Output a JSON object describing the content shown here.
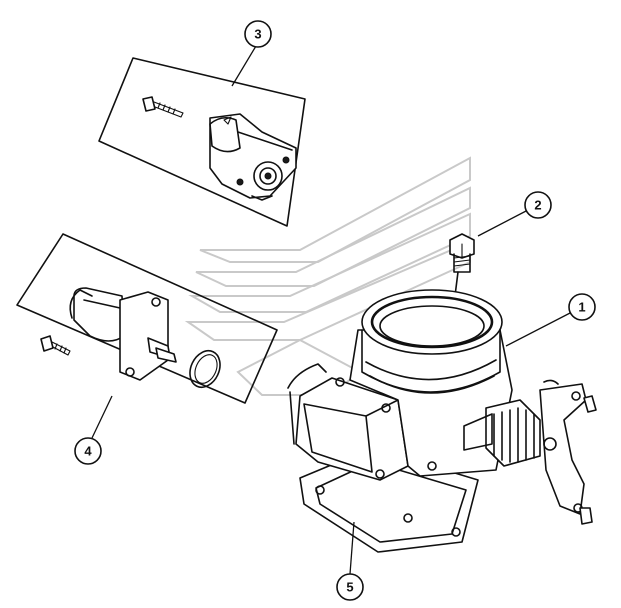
{
  "callouts": {
    "c1": "1",
    "c2": "2",
    "c3": "3",
    "c4": "4",
    "c5": "5"
  },
  "parts": {
    "throttle_body": "throttle-body-assembly",
    "mounting_bolt": "mounting-bolt",
    "throttle_position_sensor": "throttle-position-sensor",
    "idle_air_control_motor": "idle-air-control-motor",
    "gasket": "throttle-body-gasket"
  },
  "colors": {
    "ink": "#111111",
    "background": "#ffffff",
    "watermark": "#c9c9c9"
  }
}
